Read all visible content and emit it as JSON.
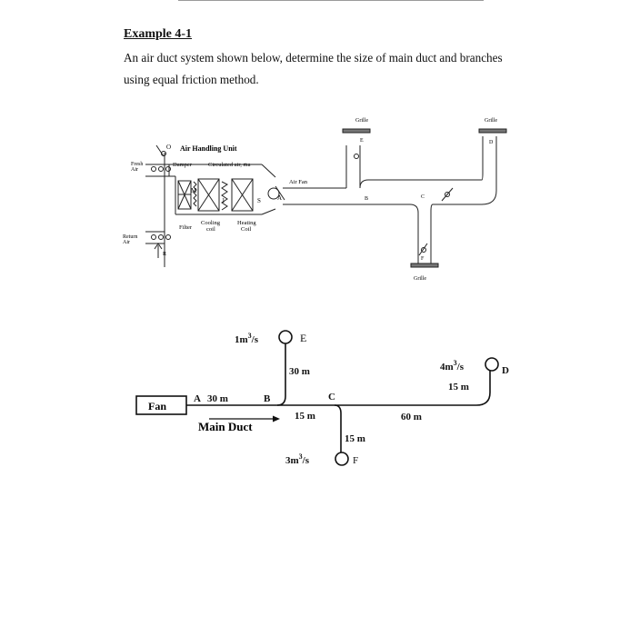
{
  "header": {
    "title": "Example 4-1",
    "text_line1": "An air duct system shown below, determine the size of main duct and branches",
    "text_line2": "using equal friction method."
  },
  "schematic": {
    "ahu_title": "Air Handling Unit",
    "fresh_air": [
      "Fresh",
      "Air"
    ],
    "return_air": [
      "Return",
      "Air"
    ],
    "damper": "Damper",
    "circulated_air": "Circulated air, ṁa",
    "air_fan": "Air Fan",
    "filter": "Filter",
    "cooling_coil": [
      "Cooling",
      "coil"
    ],
    "heating_coil": [
      "Heating",
      "Coil"
    ],
    "grille_e": "Grille",
    "grille_d": "Grille",
    "grille_f": "Grille",
    "point_o": "O",
    "point_r": "R",
    "point_m": "M",
    "point_1": "1",
    "point_s": "S",
    "point_a": "A",
    "point_b": "B",
    "point_c": "C",
    "point_d": "D",
    "point_e": "E",
    "point_f": "F"
  },
  "layout": {
    "fan": "Fan",
    "main_duct": "Main Duct",
    "node_a": "A",
    "node_b": "B",
    "node_c": "C",
    "node_d": "D",
    "node_e": "E",
    "node_f": "F",
    "seg_ab": "30 m",
    "seg_be": "30 m",
    "seg_bc": "15 m",
    "seg_cf": "15 m",
    "seg_cd_h": "60 m",
    "seg_cd_v": "15 m",
    "flow_e": {
      "value": "1m",
      "exp": "3",
      "unit": "/s"
    },
    "flow_d": {
      "value": "4m",
      "exp": "3",
      "unit": "/s"
    },
    "flow_f": {
      "value": "3m",
      "exp": "3",
      "unit": "/s"
    }
  }
}
